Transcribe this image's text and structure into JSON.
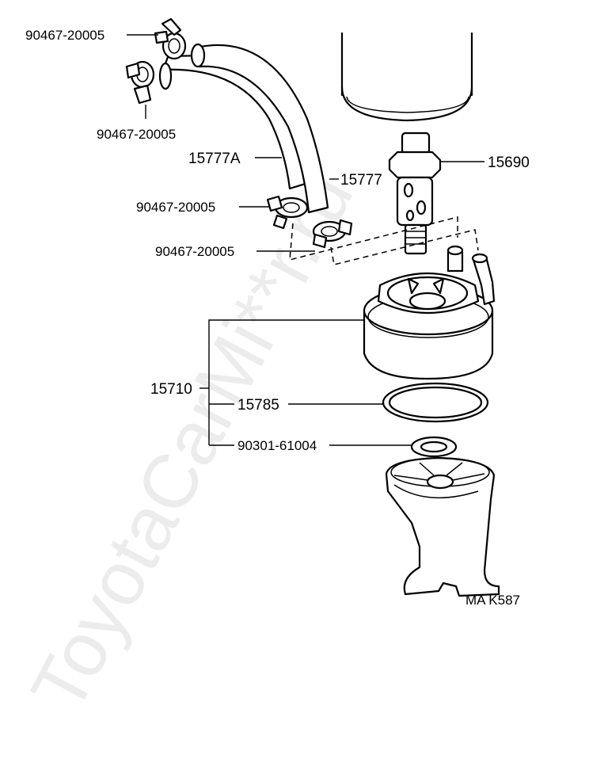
{
  "diagram_code": "MA K587",
  "watermark": "ToyotaCarMi**r.ru",
  "labels": {
    "clamp_upper_left": "90467-20005",
    "clamp_upper_left_lower": "90467-20005",
    "hose_a": "15777A",
    "hose": "15777",
    "union_bolt": "15690",
    "clamp_mid_left": "90467-20005",
    "clamp_mid_right": "90467-20005",
    "oil_cooler_assy": "15710",
    "o_ring": "15785",
    "gasket": "90301-61004"
  }
}
